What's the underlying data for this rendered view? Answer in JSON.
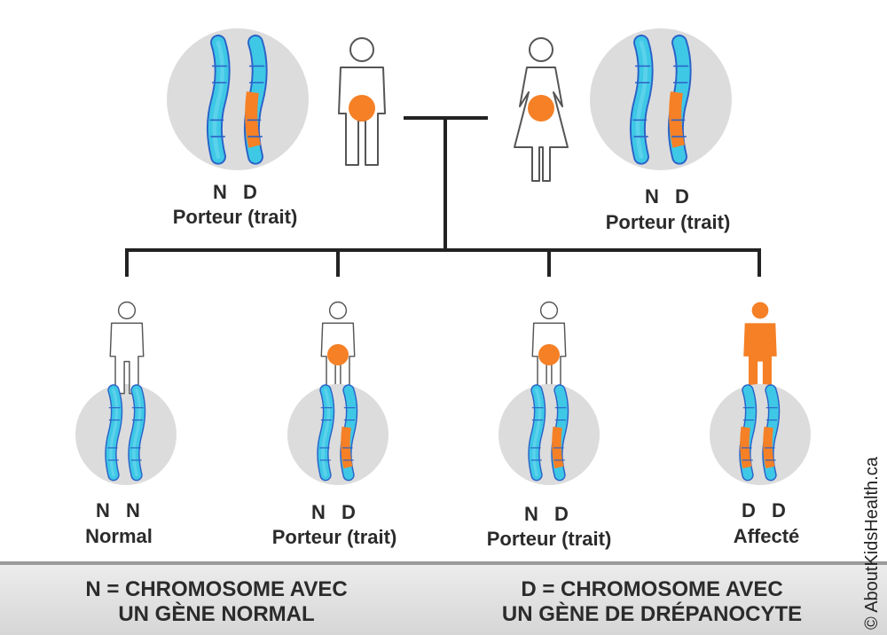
{
  "parents": [
    {
      "genotype": "N  D",
      "status": "Porteur (trait)",
      "sex": "male",
      "carrier": true
    },
    {
      "genotype": "N  D",
      "status": "Porteur (trait)",
      "sex": "female",
      "carrier": true
    }
  ],
  "children": [
    {
      "genotype": "N  N",
      "status": "Normal",
      "carrier": false,
      "affected": false
    },
    {
      "genotype": "N  D",
      "status": "Porteur (trait)",
      "carrier": true,
      "affected": false
    },
    {
      "genotype": "N  D",
      "status": "Porteur (trait)",
      "carrier": true,
      "affected": false
    },
    {
      "genotype": "D  D",
      "status": "Affecté",
      "carrier": false,
      "affected": true
    }
  ],
  "legend": {
    "normal_gene": "N = CHROMOSOME AVEC\nUN GÈNE NORMAL",
    "sickle_gene": "D = CHROMOSOME AVEC\nUN GÈNE DE DRÉPANOCYTE"
  },
  "copyright": "© AboutKidsHealth.ca",
  "colors": {
    "chromosome_fill": "#3ec8e6",
    "chromosome_stroke": "#2a62c8",
    "gene_band": "#f58026",
    "circle_bg": "#dcdcdc",
    "line": "#222222"
  }
}
